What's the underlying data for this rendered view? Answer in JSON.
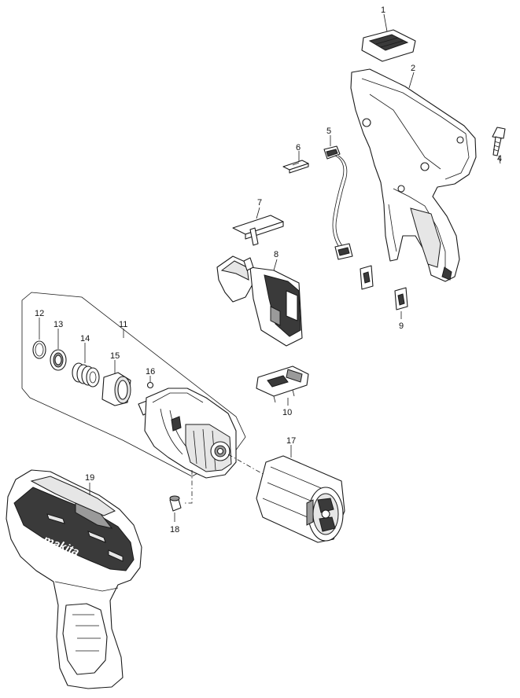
{
  "parts": [
    {
      "key": "p1",
      "label": "1"
    },
    {
      "key": "p2",
      "label": "2"
    },
    {
      "key": "p4",
      "label": "4"
    },
    {
      "key": "p5",
      "label": "5"
    },
    {
      "key": "p6",
      "label": "6"
    },
    {
      "key": "p7",
      "label": "7"
    },
    {
      "key": "p8",
      "label": "8"
    },
    {
      "key": "p9",
      "label": "9"
    },
    {
      "key": "p10",
      "label": "10"
    },
    {
      "key": "p11",
      "label": "11"
    },
    {
      "key": "p12",
      "label": "12"
    },
    {
      "key": "p13",
      "label": "13"
    },
    {
      "key": "p14",
      "label": "14"
    },
    {
      "key": "p15",
      "label": "15"
    },
    {
      "key": "p16",
      "label": "16"
    },
    {
      "key": "p17",
      "label": "17"
    },
    {
      "key": "p18",
      "label": "18"
    },
    {
      "key": "p19",
      "label": "19"
    }
  ],
  "brand_logo_text": "makita"
}
